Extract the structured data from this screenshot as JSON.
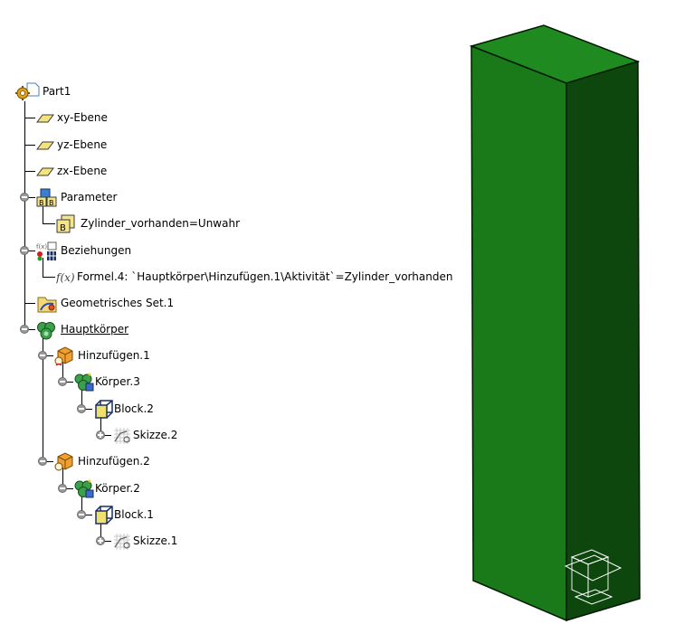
{
  "tree": {
    "root": "Part1",
    "planes": [
      "xy-Ebene",
      "yz-Ebene",
      "zx-Ebene"
    ],
    "parameters": {
      "label": "Parameter",
      "items": [
        "Zylinder_vorhanden=Unwahr"
      ]
    },
    "relations": {
      "label": "Beziehungen",
      "items": [
        "Formel.4: `Hauptkörper\\Hinzufügen.1\\Aktivität`=Zylinder_vorhanden"
      ]
    },
    "geo_set": "Geometrisches Set.1",
    "main_body": {
      "label": "Hauptkörper",
      "add1": {
        "label": "Hinzufügen.1",
        "body": "Körper.3",
        "pad": "Block.2",
        "sketch": "Skizze.2"
      },
      "add2": {
        "label": "Hinzufügen.2",
        "body": "Körper.2",
        "pad": "Block.1",
        "sketch": "Skizze.1"
      }
    }
  },
  "colors": {
    "solid_top": "#1f8a1f",
    "solid_front": "#1a7a1a",
    "solid_side": "#0d470d",
    "edge": "#001a00"
  },
  "icons": {
    "part": "part-gear-icon",
    "plane": "plane-icon",
    "parameter": "parameter-icon",
    "relation": "relation-icon",
    "formula": "formula-icon",
    "geoset": "geometrical-set-icon",
    "body": "body-icon",
    "add": "add-operation-icon",
    "pad": "pad-icon",
    "sketch": "sketch-icon"
  }
}
